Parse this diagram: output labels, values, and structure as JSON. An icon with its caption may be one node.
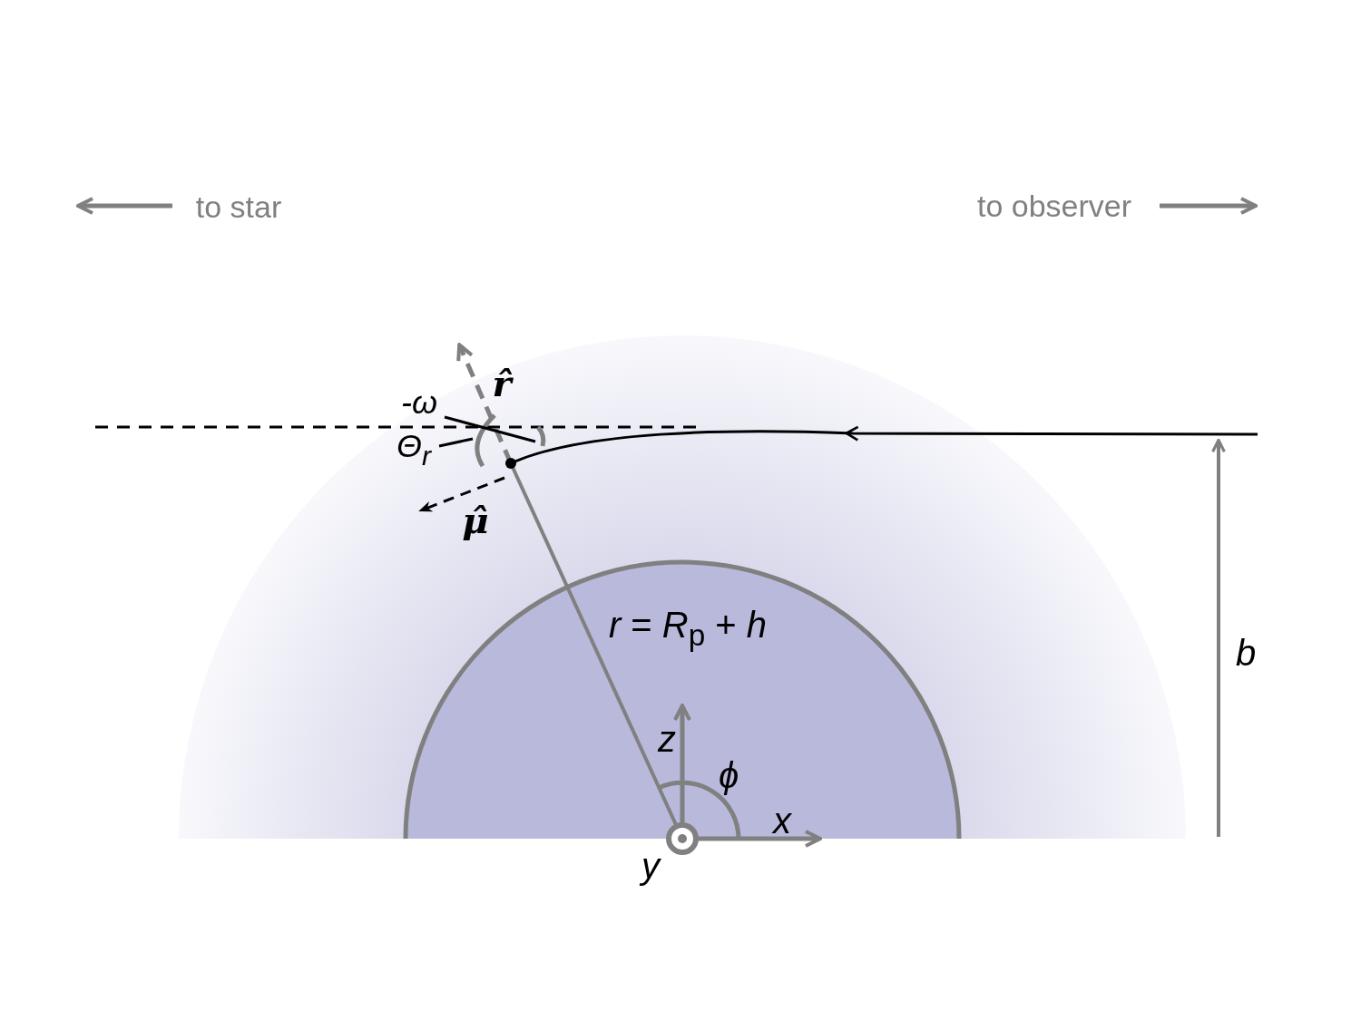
{
  "diagram": {
    "nodes": [
      {
        "text": [
          "-ω"
        ]
      },
      {
        "text": [],
        "shape": "arc"
      },
      {
        "text": [
          "Θ$_{r}$"
        ]
      },
      {
        "text": [],
        "shape": "arc"
      }
    ],
    "edges": [
      {
        "from": 0,
        "to": 3,
        "arrow": "none"
      },
      {
        "from": 2,
        "to": 1,
        "arrow": "none"
      }
    ],
    "labels": [
      "to star",
      "to observer",
      "r̂",
      "μ̂",
      "*r* = *R*$_{p}$ + *h*",
      "b",
      "z",
      "ϕ",
      "x",
      "y"
    ]
  }
}
